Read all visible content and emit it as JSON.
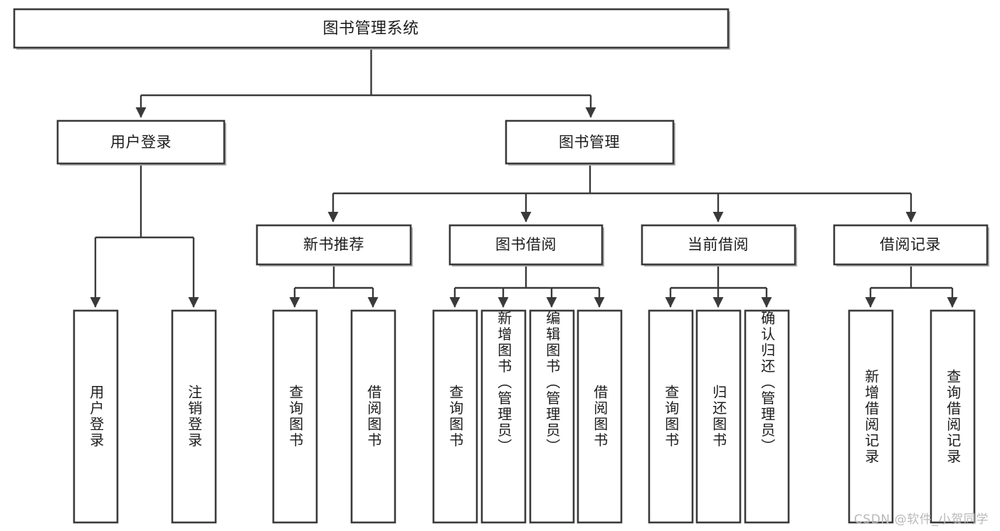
{
  "diagram": {
    "type": "tree-hierarchy",
    "title": "图书管理系统",
    "colors": {
      "box_border": "#3a3a3a",
      "box_fill": "#ffffff",
      "connector": "#3a3a3a",
      "text": "#1c1c1c",
      "watermark": "#b9b9b9",
      "background": "#ffffff"
    },
    "root": {
      "label": "图书管理系统"
    },
    "level2": [
      {
        "label": "用户登录"
      },
      {
        "label": "图书管理"
      }
    ],
    "level3": [
      {
        "label": "新书推荐"
      },
      {
        "label": "图书借阅"
      },
      {
        "label": "当前借阅"
      },
      {
        "label": "借阅记录"
      }
    ],
    "leaves": {
      "user_login": [
        {
          "label": "用户登录"
        },
        {
          "label": "注销登录"
        }
      ],
      "new_book_recommend": [
        {
          "label": "查询图书"
        },
        {
          "label": "借阅图书"
        }
      ],
      "book_borrow": [
        {
          "label": "查询图书"
        },
        {
          "label": "新增图书（管理员）"
        },
        {
          "label": "编辑图书（管理员）"
        },
        {
          "label": "借阅图书"
        }
      ],
      "current_borrow": [
        {
          "label": "查询图书"
        },
        {
          "label": "归还图书"
        },
        {
          "label": "确认归还（管理员）"
        }
      ],
      "borrow_record": [
        {
          "label": "新增借阅记录"
        },
        {
          "label": "查询借阅记录"
        }
      ]
    }
  },
  "watermark": {
    "text": "CSDN @软件_小贺同学"
  }
}
